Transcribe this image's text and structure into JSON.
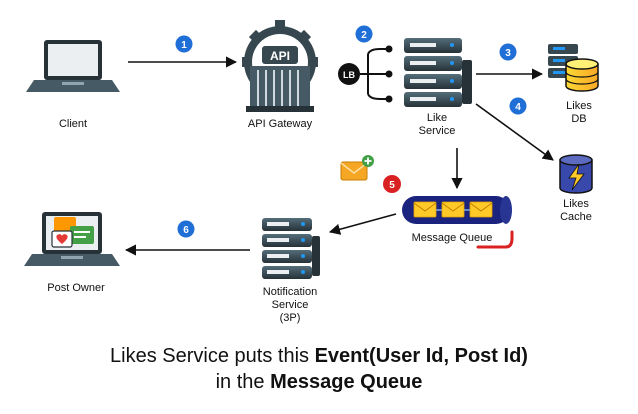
{
  "nodes": {
    "client": "Client",
    "api_gateway": "API Gateway",
    "api_sign": "API",
    "lb": "LB",
    "like_service": [
      "Like",
      "Service"
    ],
    "likes_db": [
      "Likes",
      "DB"
    ],
    "likes_cache": [
      "Likes",
      "Cache"
    ],
    "message_queue": "Message Queue",
    "notification_service": [
      "Notification",
      "Service",
      "(3P)"
    ],
    "post_owner": "Post Owner"
  },
  "steps": [
    "1",
    "2",
    "3",
    "4",
    "5",
    "6"
  ],
  "caption": {
    "line1_prefix": "Likes Service puts this ",
    "line1_bold": "Event(User Id, Post Id)",
    "line2_prefix": "in the ",
    "line2_bold": "Message Queue"
  },
  "colors": {
    "step_badge": "#1f6fd6",
    "step_badge_active": "#d92121",
    "server": "#37474f",
    "server_accent": "#2196f3",
    "db": "#fbc02d",
    "queue": "#1a237e",
    "queue_item": "#ffca28",
    "envelope": "#f5a623",
    "add_badge": "#43a047"
  }
}
